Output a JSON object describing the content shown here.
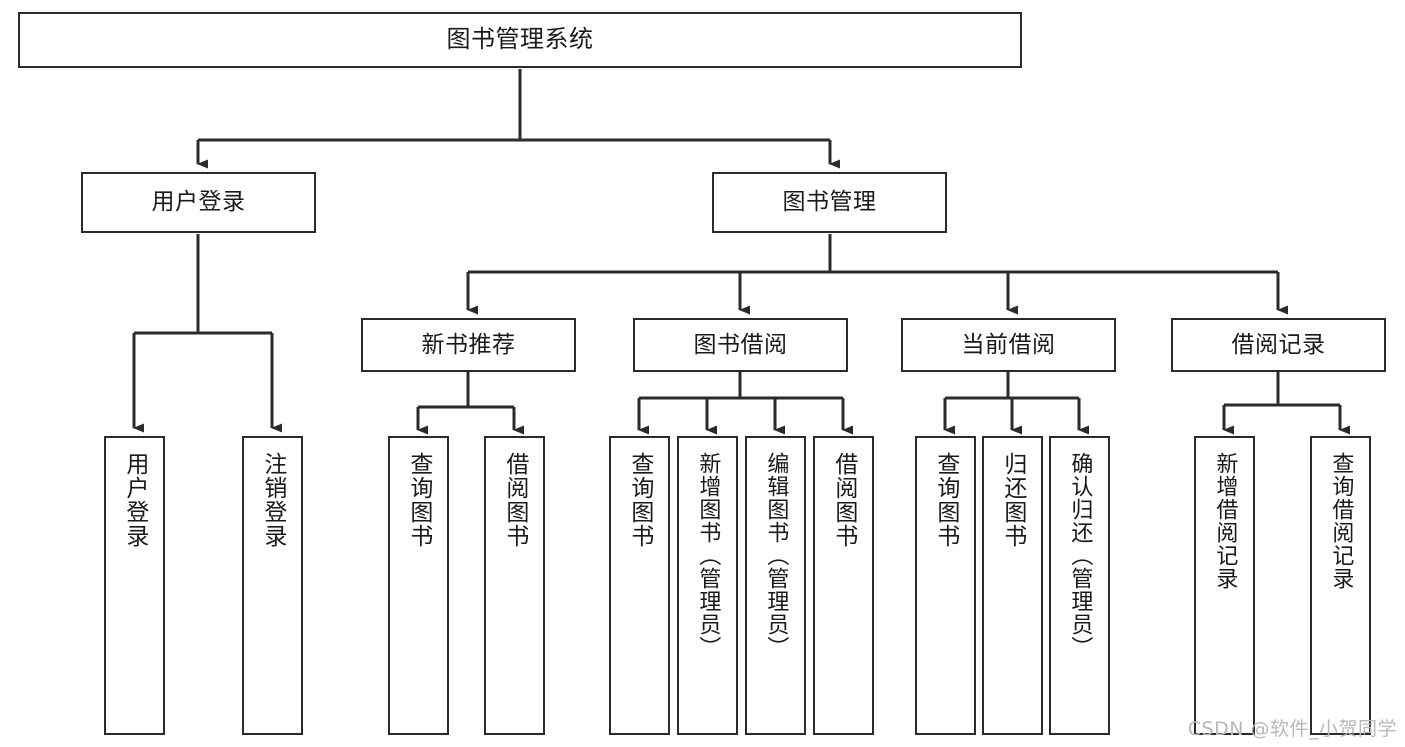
{
  "diagram": {
    "type": "tree-hierarchy-diagram",
    "title": "图书管理系统",
    "colors": {
      "box_border": "#2b2b2b",
      "box_fill": "#ffffff",
      "connector": "#2b2b2b",
      "text": "#1a1a1a",
      "watermark": "#b8b8b8",
      "background": "#ffffff"
    },
    "watermark": "CSDN @软件_小贺同学",
    "levels": {
      "level1": [
        {
          "id": "root",
          "label": "图书管理系统"
        }
      ],
      "level2": [
        {
          "id": "user-login",
          "label": "用户登录"
        },
        {
          "id": "book-management",
          "label": "图书管理"
        }
      ],
      "level3": [
        {
          "id": "new-book-recommend",
          "label": "新书推荐"
        },
        {
          "id": "book-borrow",
          "label": "图书借阅"
        },
        {
          "id": "current-borrow",
          "label": "当前借阅"
        },
        {
          "id": "borrow-record",
          "label": "借阅记录"
        }
      ],
      "leaves": {
        "user-login": [
          {
            "id": "leaf-user-login",
            "label": "用户登录"
          },
          {
            "id": "leaf-logout-login",
            "label": "注销登录"
          }
        ],
        "new-book-recommend": [
          {
            "id": "leaf-query-book-1",
            "label": "查询图书"
          },
          {
            "id": "leaf-borrow-book-1",
            "label": "借阅图书"
          }
        ],
        "book-borrow": [
          {
            "id": "leaf-query-book-2",
            "label": "查询图书"
          },
          {
            "id": "leaf-add-book",
            "label": "新增图书（管理员）"
          },
          {
            "id": "leaf-edit-book",
            "label": "编辑图书（管理员）"
          },
          {
            "id": "leaf-borrow-book-2",
            "label": "借阅图书"
          }
        ],
        "current-borrow": [
          {
            "id": "leaf-query-book-3",
            "label": "查询图书"
          },
          {
            "id": "leaf-return-book",
            "label": "归还图书"
          },
          {
            "id": "leaf-confirm-return",
            "label": "确认归还（管理员）"
          }
        ],
        "borrow-record": [
          {
            "id": "leaf-add-record",
            "label": "新增借阅记录"
          },
          {
            "id": "leaf-query-record",
            "label": "查询借阅记录"
          }
        ]
      }
    }
  }
}
